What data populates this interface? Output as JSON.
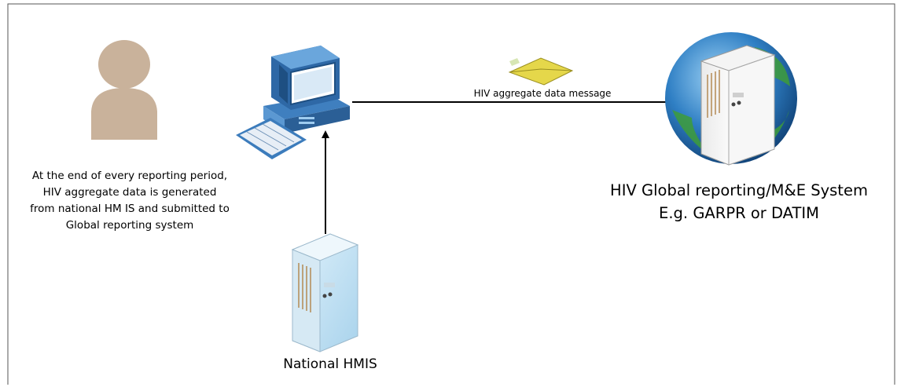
{
  "note_lines": [
    "At the end of every reporting period,",
    "HIV aggregate data is generated",
    "from national HM IS and submitted to",
    "Global reporting system"
  ],
  "message_label": "HIV aggregate data message",
  "global_system": {
    "line1": "HIV Global reporting/M&E System",
    "line2": "E.g. GARPR or DATIM"
  },
  "hmis_label": "National HMIS",
  "colors": {
    "person": "#cbb29a",
    "monitor_blue": "#3a78b5",
    "envelope": "#e6d84a",
    "globe": "#2f7fc4",
    "land": "#3e9c3a",
    "arrow": "#000000"
  },
  "icons": [
    "person-icon",
    "computer-icon",
    "keyboard-icon",
    "envelope-icon",
    "globe-server-icon",
    "server-icon"
  ]
}
